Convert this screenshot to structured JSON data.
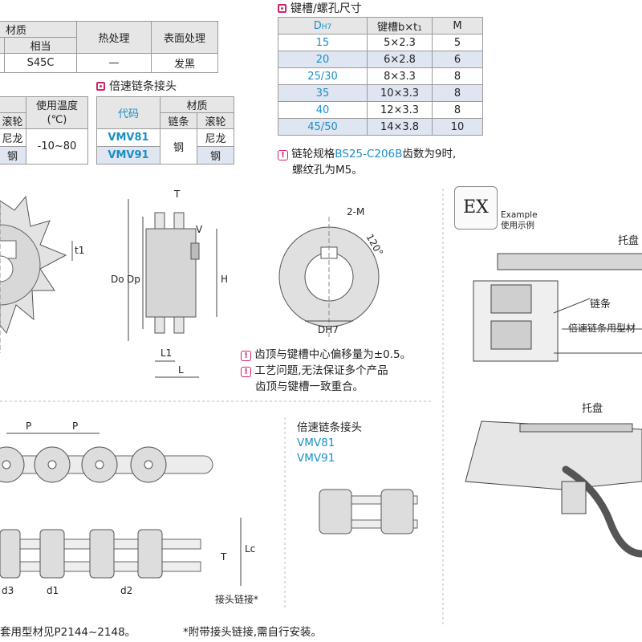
{
  "material_table": {
    "header_material": "材质",
    "header_equivalent": "相当",
    "header_heat": "热处理",
    "header_surface": "表面处理",
    "value_material": "S45C",
    "value_heat": "—",
    "value_surface": "发黑"
  },
  "temp_table": {
    "header_left": "滚轮",
    "header_temp": "使用温度\n(℃)",
    "rows": [
      "尼龙",
      "钢"
    ],
    "temp_value": "-10~80"
  },
  "joint_table": {
    "title": "倍速链条接头",
    "header_code": "代码",
    "header_material": "材质",
    "header_chain": "链条",
    "header_roller": "滚轮",
    "rows": [
      {
        "code": "VMV81",
        "chain": "钢",
        "roller": "尼龙"
      },
      {
        "code": "VMV91",
        "chain": "",
        "roller": "钢"
      }
    ]
  },
  "keyway_table": {
    "title": "键槽/螺孔尺寸",
    "headers": [
      "DH7",
      "键槽b×t1",
      "M"
    ],
    "rows": [
      {
        "d": "15",
        "b": "5×2.3",
        "m": "5"
      },
      {
        "d": "20",
        "b": "6×2.8",
        "m": "6"
      },
      {
        "d": "25/30",
        "b": "8×3.3",
        "m": "8"
      },
      {
        "d": "35",
        "b": "10×3.3",
        "m": "8"
      },
      {
        "d": "40",
        "b": "12×3.3",
        "m": "8"
      },
      {
        "d": "45/50",
        "b": "14×3.8",
        "m": "10"
      }
    ],
    "note_prefix": "链轮规格",
    "note_code": "BS25-C206B",
    "note_suffix": "齿数为9时,",
    "note_line2": "螺纹孔为M5。"
  },
  "notes": [
    "齿顶与键槽中心偏移量为±0.5。",
    "工艺问题,无法保证多个产品",
    "齿顶与键槽一致重合。"
  ],
  "example": {
    "badge": "EX",
    "label_en": "Example",
    "label_cn": "使用示例",
    "pallet_label": "托盘",
    "chain_label": "链条",
    "profile_label": "倍速链条用型材",
    "pallet_label2": "托盘"
  },
  "chain_joint": {
    "title": "倍速链条接头",
    "code1": "VMV81",
    "code2": "VMV91"
  },
  "dims": {
    "T": "T",
    "V": "V",
    "H": "H",
    "Do": "Do",
    "Dp": "Dp",
    "L1": "L1",
    "L": "L",
    "t1": "t1",
    "twoM": "2-M",
    "angle": "120°",
    "dh7": "DH7",
    "P": "P",
    "Lc": "Lc",
    "d1": "d1",
    "d2": "d2",
    "d3": "d3",
    "joint_link": "接头链接*"
  },
  "footer": {
    "left": "套用型材见P2144~2148。",
    "right": "*附带接头链接,需自行安装。"
  },
  "colors": {
    "accent": "#1a8fc9",
    "warning": "#d2236b",
    "row_highlight": "#dfe5f1"
  }
}
